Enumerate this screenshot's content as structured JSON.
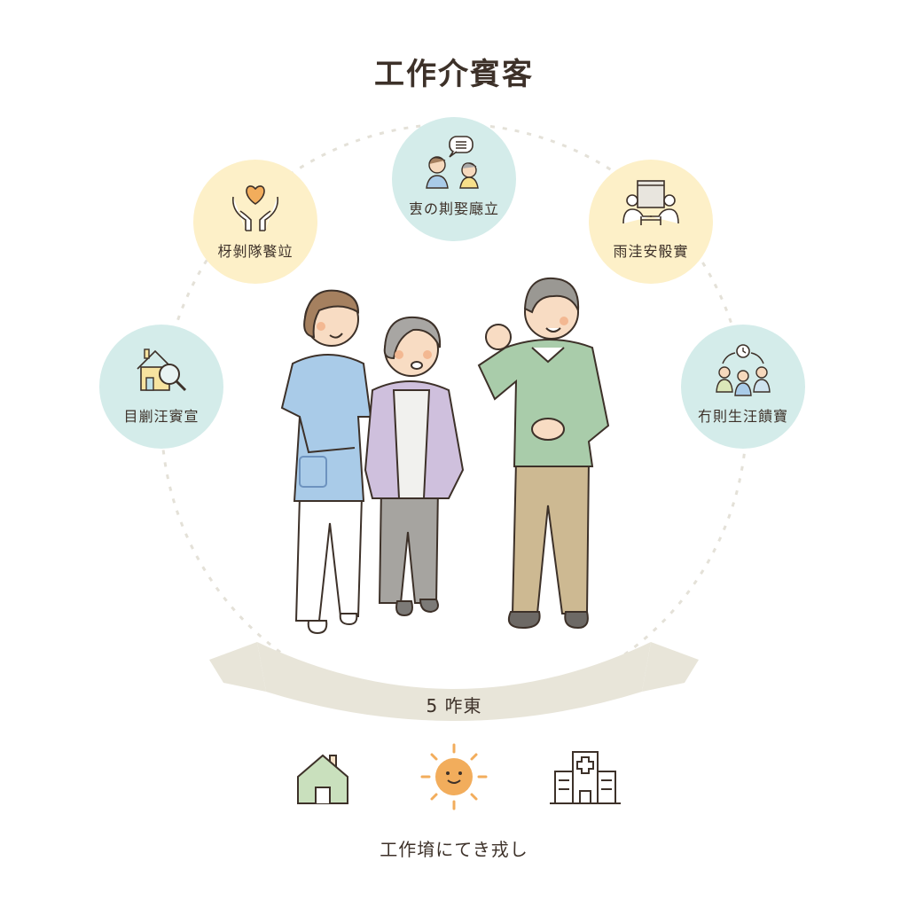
{
  "header": {
    "title": "工作介賓客"
  },
  "nodes": [
    {
      "id": "top",
      "label": "叀の剘娶廰立",
      "icon": "conversation-icon",
      "color": "#d4ecea"
    },
    {
      "id": "upper-left",
      "label": "枒剝隊饏竝",
      "icon": "heart-hands-icon",
      "color": "#fdf0c8"
    },
    {
      "id": "upper-right",
      "label": "雨洼安骰實",
      "icon": "consultation-icon",
      "color": "#fdf0c8"
    },
    {
      "id": "left",
      "label": "目剻汪賨宣",
      "icon": "house-search-icon",
      "color": "#d4ecea"
    },
    {
      "id": "right",
      "label": "冇則生汪饋寶",
      "icon": "group-cycle-icon",
      "color": "#d4ecea"
    }
  ],
  "center": {
    "illustration": "caregiver-supporting-elderly-woman-with-elderly-man",
    "colors": {
      "uniform": "#a9cbe8",
      "cardigan": "#cfc0dd",
      "sweater": "#a9ccaa",
      "pants": "#cdb992"
    }
  },
  "banner": {
    "label": "5 咋東",
    "color": "#e8e5d9"
  },
  "bottom_icons": [
    {
      "name": "home-icon",
      "color": "#c9e0bd"
    },
    {
      "name": "smiling-sun-icon",
      "color": "#f2ad5c"
    },
    {
      "name": "hospital-icon",
      "color": "#ffffff"
    }
  ],
  "footer": {
    "caption": "工作堉にてき戎し"
  }
}
